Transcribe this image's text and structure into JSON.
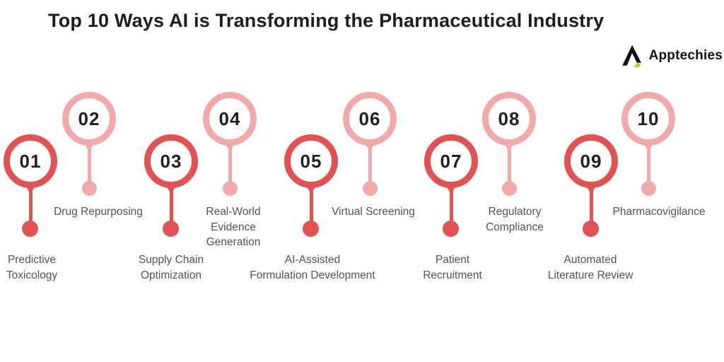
{
  "title": "Top 10 Ways AI is Transforming the Pharmaceutical Industry",
  "brand": {
    "name": "Apptechies",
    "logo_icon": "apptechies-triangle-logo",
    "logo_color": "#111111",
    "logo_accent_color": "#b5cf31"
  },
  "colors": {
    "primary_red": "#e25252",
    "light_pink": "#f2a9a9",
    "label_text": "#525252",
    "title_text": "#1d1d1d",
    "background": "#ffffff"
  },
  "items": [
    {
      "number": "01",
      "label": "Predictive\nToxicology",
      "tone": "primary"
    },
    {
      "number": "02",
      "label": "Drug Repurposing",
      "tone": "light"
    },
    {
      "number": "03",
      "label": "Supply Chain\nOptimization",
      "tone": "primary"
    },
    {
      "number": "04",
      "label": "Real-World\nEvidence\nGeneration",
      "tone": "light"
    },
    {
      "number": "05",
      "label": "AI-Assisted\nFormulation Development",
      "tone": "primary"
    },
    {
      "number": "06",
      "label": "Virtual Screening",
      "tone": "light"
    },
    {
      "number": "07",
      "label": "Patient\nRecruitment",
      "tone": "primary"
    },
    {
      "number": "08",
      "label": "Regulatory\nCompliance",
      "tone": "light"
    },
    {
      "number": "09",
      "label": "Automated\nLiterature Review",
      "tone": "primary"
    },
    {
      "number": "10",
      "label": "Pharmacovigilance",
      "tone": "light"
    }
  ]
}
